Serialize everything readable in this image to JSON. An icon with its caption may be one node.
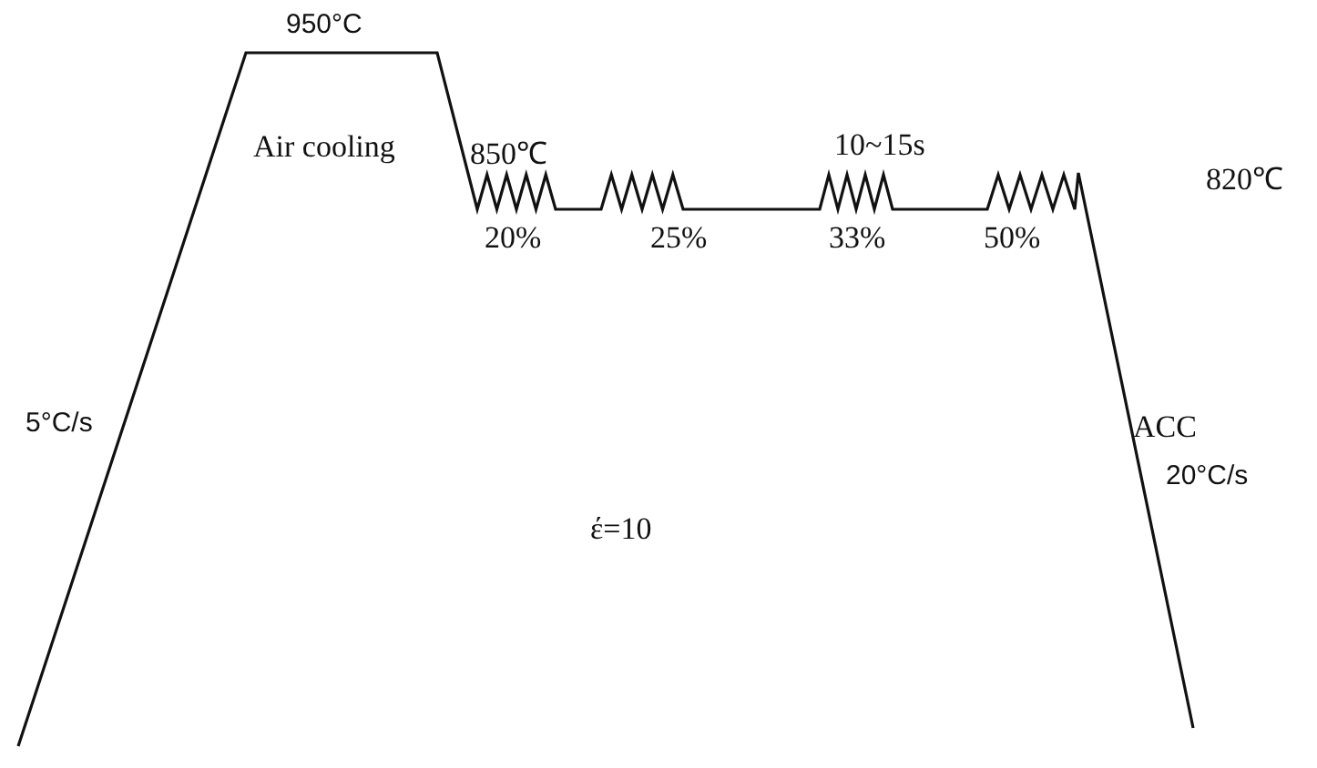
{
  "diagram": {
    "labels": [
      "950°C",
      "Air cooling",
      "850℃",
      "10~15s",
      "820℃",
      "20%",
      "25%",
      "33%",
      "50%",
      "5°C/s",
      "ACC",
      "20°C/s",
      "έ=10"
    ]
  }
}
